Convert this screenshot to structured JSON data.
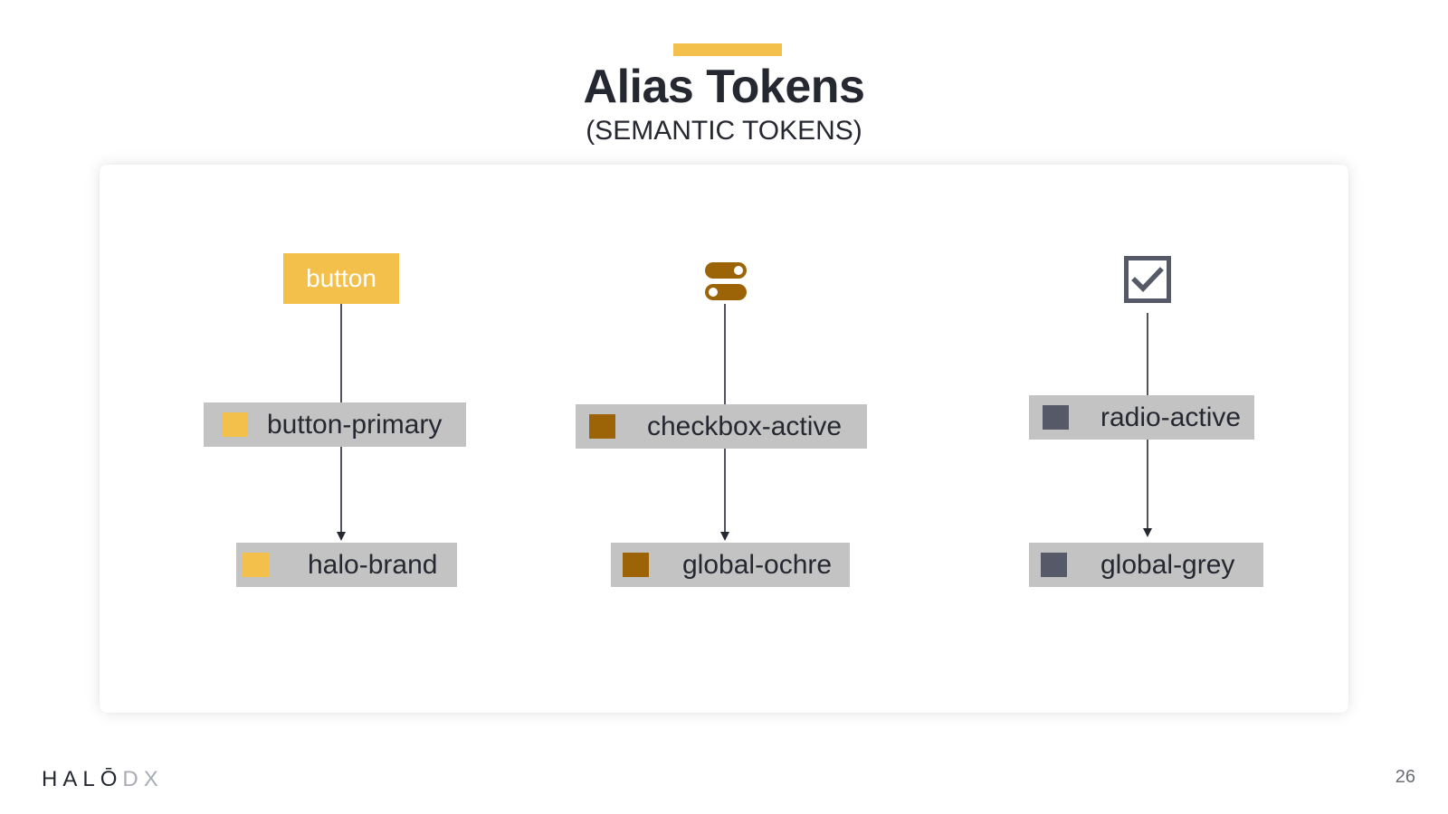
{
  "header": {
    "title": "Alias Tokens",
    "subtitle": "(SEMANTIC TOKENS)",
    "accent_color": "#f4c04c"
  },
  "columns": [
    {
      "component": {
        "type": "text-chip",
        "label": "button",
        "color": "#f4c04c"
      },
      "alias_token": {
        "label": "button-primary",
        "swatch_color": "#f4c04c"
      },
      "global_token": {
        "label": "halo-brand",
        "swatch_color": "#f4c04c"
      }
    },
    {
      "component": {
        "type": "icon",
        "icon": "toggle-icon",
        "color": "#9c6407"
      },
      "alias_token": {
        "label": "checkbox-active",
        "swatch_color": "#9c6407"
      },
      "global_token": {
        "label": "global-ochre",
        "swatch_color": "#9c6407"
      }
    },
    {
      "component": {
        "type": "icon",
        "icon": "checkbox-icon",
        "color": "#565a68"
      },
      "alias_token": {
        "label": "radio-active",
        "swatch_color": "#565a68"
      },
      "global_token": {
        "label": "global-grey",
        "swatch_color": "#565a68"
      }
    }
  ],
  "footer": {
    "brand_primary": "HALŌ",
    "brand_secondary": "DX",
    "page_number": "26"
  }
}
